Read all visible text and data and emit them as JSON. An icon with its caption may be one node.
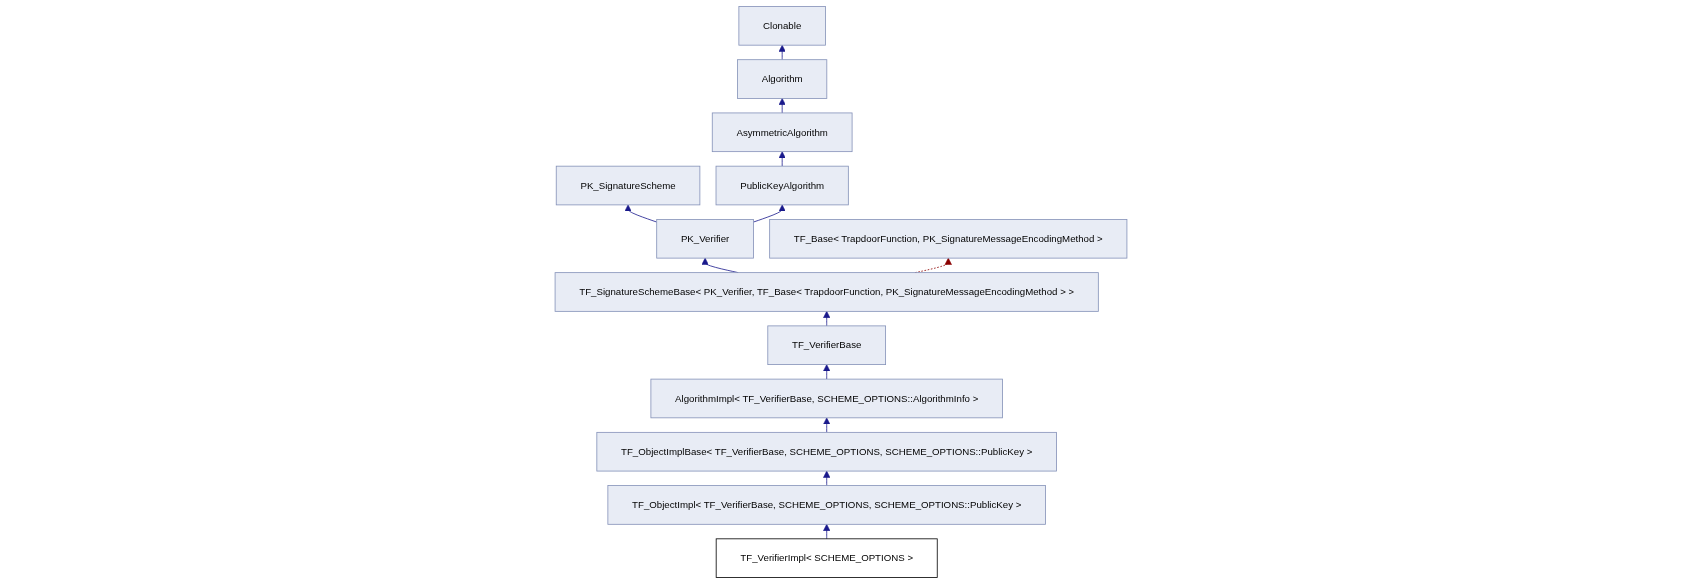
{
  "diagram": {
    "nodes": [
      {
        "text": [
          "Clonable"
        ]
      },
      {
        "text": [
          "Algorithm"
        ]
      },
      {
        "text": [
          "AsymmetricAlgorithm"
        ]
      },
      {
        "text": [
          "PK_SignatureScheme"
        ]
      },
      {
        "text": [
          "PublicKeyAlgorithm"
        ]
      },
      {
        "text": [
          "PK_Verifier"
        ]
      },
      {
        "text": [
          "TF_Base< TrapdoorFunction, PK_SignatureMessageEncodingMethod >"
        ]
      },
      {
        "text": [
          "TF_SignatureSchemeBase< PK_Verifier, TF_Base< TrapdoorFunction, PK_SignatureMessageEncodingMethod > >"
        ]
      },
      {
        "text": [
          "TF_VerifierBase"
        ]
      },
      {
        "text": [
          "AlgorithmImpl< TF_VerifierBase, SCHEME_OPTIONS::AlgorithmInfo >"
        ]
      },
      {
        "text": [
          "TF_ObjectImplBase< TF_VerifierBase, SCHEME_OPTIONS, SCHEME_OPTIONS::PublicKey >"
        ]
      },
      {
        "text": [
          "TF_ObjectImpl< TF_VerifierBase, SCHEME_OPTIONS, SCHEME_OPTIONS::PublicKey >"
        ]
      },
      {
        "text": [
          "TF_VerifierImpl< SCHEME_OPTIONS >"
        ]
      }
    ],
    "edges": [
      {
        "from": 1,
        "to": 0,
        "arrow": "to"
      },
      {
        "from": 2,
        "to": 1,
        "arrow": "to"
      },
      {
        "from": 4,
        "to": 2,
        "arrow": "to"
      },
      {
        "from": 5,
        "to": 3,
        "arrow": "to"
      },
      {
        "from": 5,
        "to": 4,
        "arrow": "to"
      },
      {
        "from": 7,
        "to": 5,
        "arrow": "to"
      },
      {
        "from": 7,
        "to": 6,
        "arrow": "to",
        "style": "dashed",
        "color": "#8b0000"
      },
      {
        "from": 8,
        "to": 7,
        "arrow": "to"
      },
      {
        "from": 9,
        "to": 8,
        "arrow": "to"
      },
      {
        "from": 10,
        "to": 9,
        "arrow": "to"
      },
      {
        "from": 11,
        "to": 10,
        "arrow": "to"
      },
      {
        "from": 12,
        "to": 11,
        "arrow": "to"
      }
    ]
  }
}
